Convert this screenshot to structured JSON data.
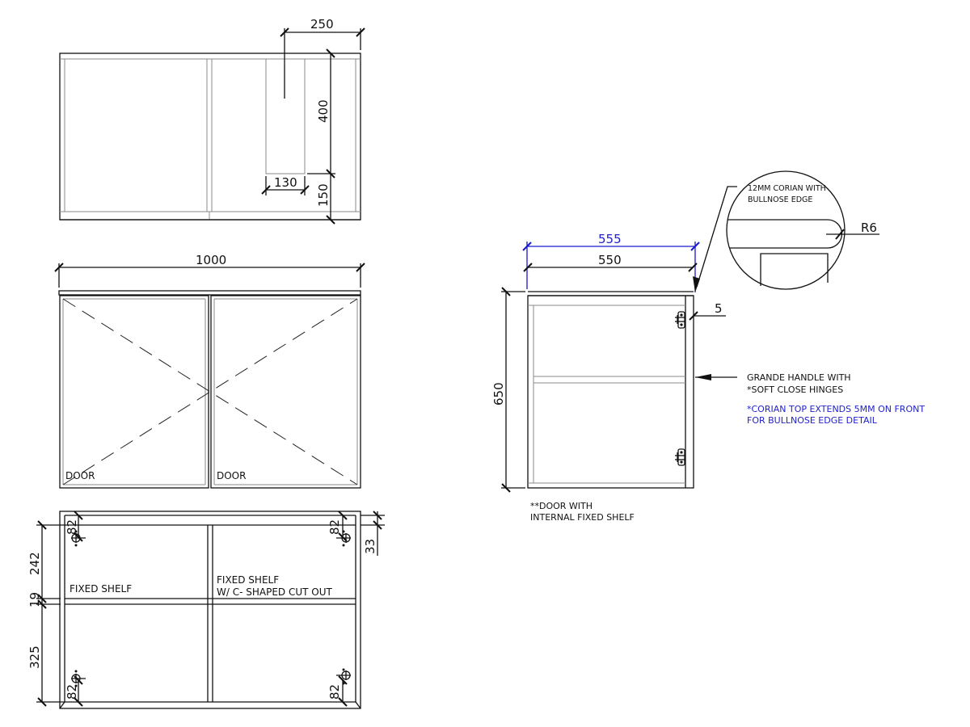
{
  "drawing": {
    "type": "cabinet shop drawing",
    "views": {
      "top_view": {
        "dims": {
          "handle_offset": "250",
          "handle_length": "400",
          "handle_width": "130",
          "handle_from_front": "150"
        }
      },
      "front_view": {
        "dims": {
          "overall_width": "1000"
        },
        "labels": {
          "door_left": "DOOR",
          "door_right": "DOOR"
        }
      },
      "plan_view": {
        "dims": {
          "upper_height": "242",
          "shelf_thickness": "19",
          "lower_height": "325",
          "hinge_tl": "82",
          "hinge_tr": "82",
          "hinge_bl": "82",
          "hinge_br": "82",
          "top_overhang": "33"
        },
        "labels": {
          "shelf_left": "FIXED SHELF",
          "shelf_right_line1": "FIXED SHELF",
          "shelf_right_line2": "W/ C- SHAPED CUT OUT"
        }
      },
      "side_view": {
        "dims": {
          "top_depth": "555",
          "carcass_depth": "550",
          "height": "650",
          "front_overhang": "5"
        },
        "notes": {
          "door_line1": "**DOOR WITH",
          "door_line2": "INTERNAL FIXED SHELF"
        }
      },
      "detail": {
        "title_line1": "12MM CORIAN WITH",
        "title_line2": "BULLNOSE EDGE",
        "radius": "R6"
      }
    },
    "callouts": {
      "handle_line1": "GRANDE HANDLE WITH",
      "handle_line2": "*SOFT CLOSE HINGES",
      "corian_line1": "*CORIAN TOP EXTENDS 5MM ON FRONT",
      "corian_line2": "FOR BULLNOSE EDGE DETAIL"
    },
    "colors": {
      "line": "#111111",
      "light_line": "#888888",
      "annotation_blue": "#2222cc",
      "background": "#ffffff"
    }
  }
}
